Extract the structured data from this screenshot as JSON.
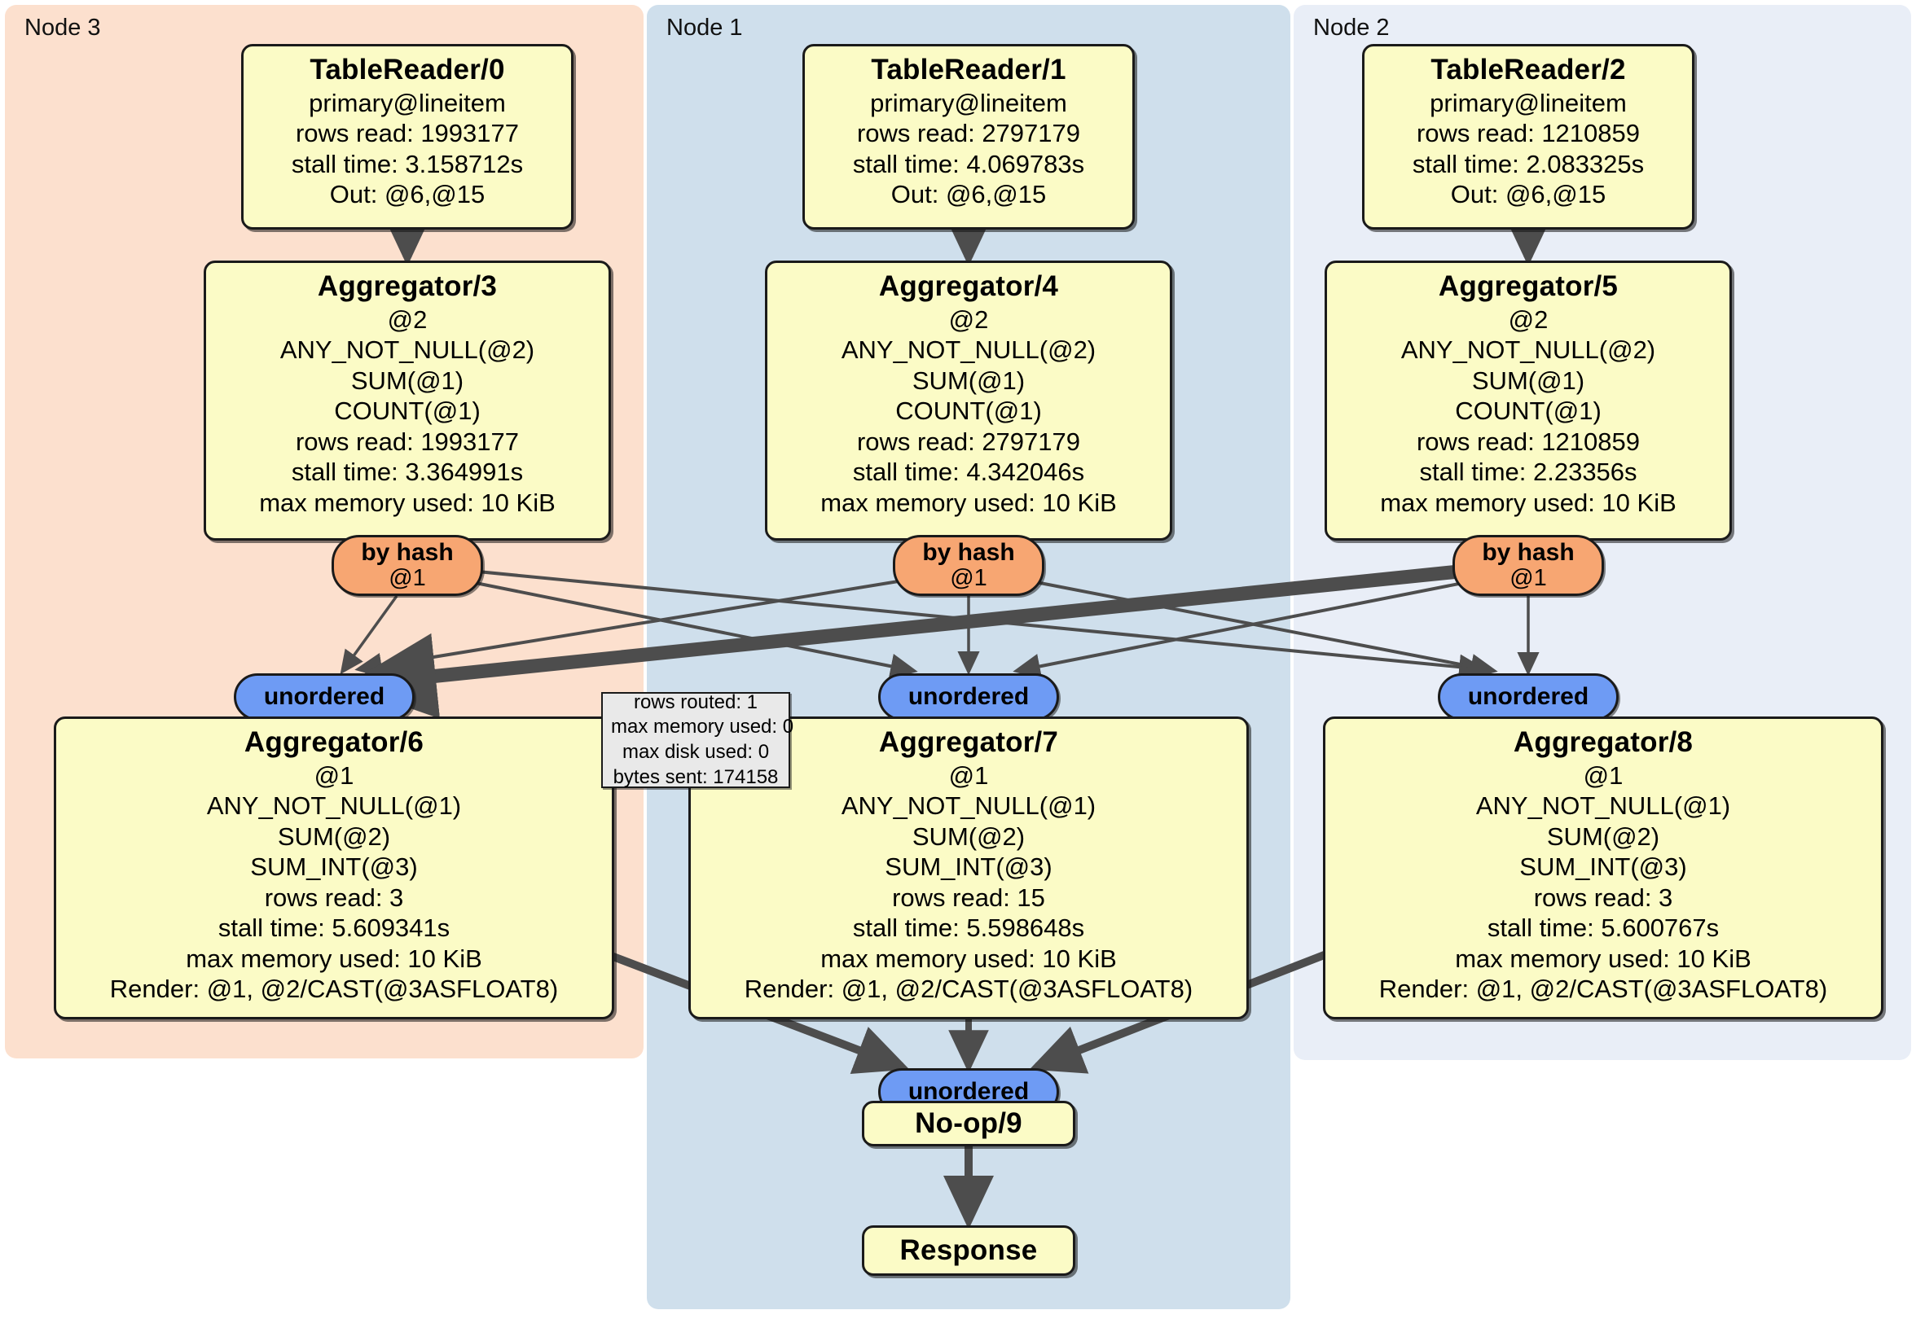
{
  "diagram": {
    "type": "distributed-query-execution-plan",
    "clusters": [
      {
        "id": "node3",
        "label": "Node 3",
        "color": "#FCE0CE"
      },
      {
        "id": "node1",
        "label": "Node 1",
        "color": "#CFDFEC"
      },
      {
        "id": "node2",
        "label": "Node 2",
        "color": "#E9EEF7"
      }
    ],
    "colors": {
      "node_fill": "#FBFBC6",
      "node_stroke": "#1a1a1a",
      "byhash_fill": "#F7A672",
      "unordered_fill": "#6E9BF4",
      "statbox_fill": "#E9E9E9",
      "edge": "#4d4d4d"
    },
    "nodes": {
      "tablereader0": {
        "title": "TableReader/0",
        "lines": [
          "primary@lineitem",
          "rows read: 1993177",
          "stall time: 3.158712s",
          "Out: @6,@15"
        ]
      },
      "tablereader1": {
        "title": "TableReader/1",
        "lines": [
          "primary@lineitem",
          "rows read: 2797179",
          "stall time: 4.069783s",
          "Out: @6,@15"
        ]
      },
      "tablereader2": {
        "title": "TableReader/2",
        "lines": [
          "primary@lineitem",
          "rows read: 1210859",
          "stall time: 2.083325s",
          "Out: @6,@15"
        ]
      },
      "aggregator3": {
        "title": "Aggregator/3",
        "lines": [
          "@2",
          "ANY_NOT_NULL(@2)",
          "SUM(@1)",
          "COUNT(@1)",
          "rows read: 1993177",
          "stall time: 3.364991s",
          "max memory used: 10 KiB"
        ]
      },
      "aggregator4": {
        "title": "Aggregator/4",
        "lines": [
          "@2",
          "ANY_NOT_NULL(@2)",
          "SUM(@1)",
          "COUNT(@1)",
          "rows read: 2797179",
          "stall time: 4.342046s",
          "max memory used: 10 KiB"
        ]
      },
      "aggregator5": {
        "title": "Aggregator/5",
        "lines": [
          "@2",
          "ANY_NOT_NULL(@2)",
          "SUM(@1)",
          "COUNT(@1)",
          "rows read: 1210859",
          "stall time: 2.23356s",
          "max memory used: 10 KiB"
        ]
      },
      "aggregator6": {
        "title": "Aggregator/6",
        "lines": [
          "@1",
          "ANY_NOT_NULL(@1)",
          "SUM(@2)",
          "SUM_INT(@3)",
          "rows read: 3",
          "stall time: 5.609341s",
          "max memory used: 10 KiB",
          "Render: @1, @2/CAST(@3ASFLOAT8)"
        ]
      },
      "aggregator7": {
        "title": "Aggregator/7",
        "lines": [
          "@1",
          "ANY_NOT_NULL(@1)",
          "SUM(@2)",
          "SUM_INT(@3)",
          "rows read: 15",
          "stall time: 5.598648s",
          "max memory used: 10 KiB",
          "Render: @1, @2/CAST(@3ASFLOAT8)"
        ]
      },
      "aggregator8": {
        "title": "Aggregator/8",
        "lines": [
          "@1",
          "ANY_NOT_NULL(@1)",
          "SUM(@2)",
          "SUM_INT(@3)",
          "rows read: 3",
          "stall time: 5.600767s",
          "max memory used: 10 KiB",
          "Render: @1, @2/CAST(@3ASFLOAT8)"
        ]
      },
      "noop9": {
        "title": "No-op/9",
        "lines": []
      },
      "response": {
        "title": "Response",
        "lines": []
      }
    },
    "routers": {
      "byhash3": {
        "label": "by hash",
        "sublabel": "@1"
      },
      "byhash4": {
        "label": "by hash",
        "sublabel": "@1"
      },
      "byhash5": {
        "label": "by hash",
        "sublabel": "@1"
      },
      "unordered6": {
        "label": "unordered"
      },
      "unordered7": {
        "label": "unordered"
      },
      "unordered8": {
        "label": "unordered"
      },
      "unordered9": {
        "label": "unordered"
      }
    },
    "statbox": {
      "lines": [
        "rows routed: 1",
        "max memory used: 0",
        "max disk used: 0",
        "bytes sent: 174158"
      ]
    }
  }
}
